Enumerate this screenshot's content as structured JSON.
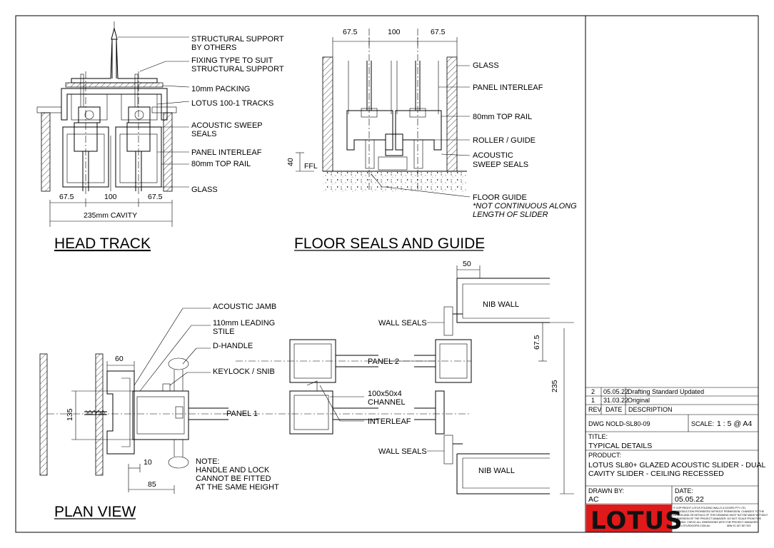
{
  "head_track": {
    "title": "HEAD TRACK",
    "labels": {
      "structural_support_1": "STRUCTURAL SUPPORT",
      "structural_support_2": "BY OTHERS",
      "fixing_type_1": "FIXING TYPE TO SUIT",
      "fixing_type_2": "STRUCTURAL SUPPORT",
      "packing": "10mm PACKING",
      "tracks": "LOTUS 100-1 TRACKS",
      "sweep_1": "ACOUSTIC SWEEP",
      "sweep_2": "SEALS",
      "interleaf": "PANEL INTERLEAF",
      "top_rail": "80mm TOP RAIL",
      "glass": "GLASS"
    },
    "dims": {
      "d1": "67.5",
      "d2": "100",
      "d3": "67.5",
      "cavity": "235mm CAVITY"
    }
  },
  "floor_seals": {
    "title": "FLOOR SEALS AND GUIDE",
    "labels": {
      "glass": "GLASS",
      "interleaf": "PANEL INTERLEAF",
      "top_rail": "80mm TOP RAIL",
      "roller": "ROLLER / GUIDE",
      "sweep_1": "ACOUSTIC",
      "sweep_2": "SWEEP SEALS",
      "floor_guide": "FLOOR GUIDE",
      "note_1": "*NOT CONTINUOUS ALONG",
      "note_2": "LENGTH OF SLIDER",
      "ffl": "FFL"
    },
    "dims": {
      "d1": "67.5",
      "d2": "100",
      "d3": "67.5",
      "h": "40"
    }
  },
  "plan_view": {
    "title": "PLAN VIEW",
    "labels": {
      "acoustic_jamb": "ACOUSTIC JAMB",
      "leading_stile_1": "110mm LEADING",
      "leading_stile_2": "STILE",
      "d_handle": "D-HANDLE",
      "keylock": "KEYLOCK / SNIB",
      "panel_1": "PANEL 1",
      "panel_2": "PANEL 2",
      "channel_1": "100x50x4",
      "channel_2": "CHANNEL",
      "interleaf": "INTERLEAF",
      "wall_seals_top": "WALL SEALS",
      "wall_seals_bottom": "WALL SEALS",
      "nib_wall_top": "NIB WALL",
      "nib_wall_bottom": "NIB WALL",
      "note_1": "NOTE:",
      "note_2": "HANDLE AND LOCK",
      "note_3": "CANNOT BE FITTED",
      "note_4": "AT THE SAME HEIGHT"
    },
    "dims": {
      "d60": "60",
      "d135": "135",
      "d10": "10",
      "d85": "85",
      "d50": "50",
      "d675": "67.5",
      "d235": "235"
    }
  },
  "title_block": {
    "revisions": [
      {
        "rev": "2",
        "date": "05.05.22",
        "desc": "Drafting Standard Updated"
      },
      {
        "rev": "1",
        "date": "31.03.22",
        "desc": "Original"
      }
    ],
    "headers": {
      "rev": "REV",
      "date": "DATE",
      "desc": "DESCRIPTION"
    },
    "dwg_no_label": "DWG NO:",
    "dwg_no": "LD-SL80-09",
    "scale_label": "SCALE:",
    "scale": "1 : 5 @ A4",
    "title_label": "TITLE:",
    "title": "TYPICAL DETAILS",
    "product_label": "PRODUCT:",
    "product_1": "LOTUS SL80+ GLAZED ACOUSTIC SLIDER - DUAL",
    "product_2": "CAVITY SLIDER - CEILING RECESSED",
    "drawn_by_label": "DRAWN BY:",
    "drawn_by": "AC",
    "date_label": "DATE:",
    "date": "05.05.22",
    "logo": "LOTUS",
    "copyright": [
      "© COPYRIGHT LOTUS FOLDING WALLS & DOORS PTY LTD.",
      "REPRODUCTION PROHIBITED WITHOUT PERMISSION. CHANGES TO THE",
      "DESIGN AND OR DETAILS OF THIS DRAWING MUST NOT BE MADE WITHOUT",
      "PERMISSION OF THE PROJECT MANAGER. DO NOT SCALE FROM THIS",
      "DRAWING. CHECK ALL DIMENSIONS WITH THE PROJECT MANAGER.",
      "WWW.LOTUSDOORS.COM.AU",
      "ABN 91 167 367 923"
    ]
  },
  "colors": {
    "logo_red": "#e0191b",
    "line": "#000000"
  }
}
